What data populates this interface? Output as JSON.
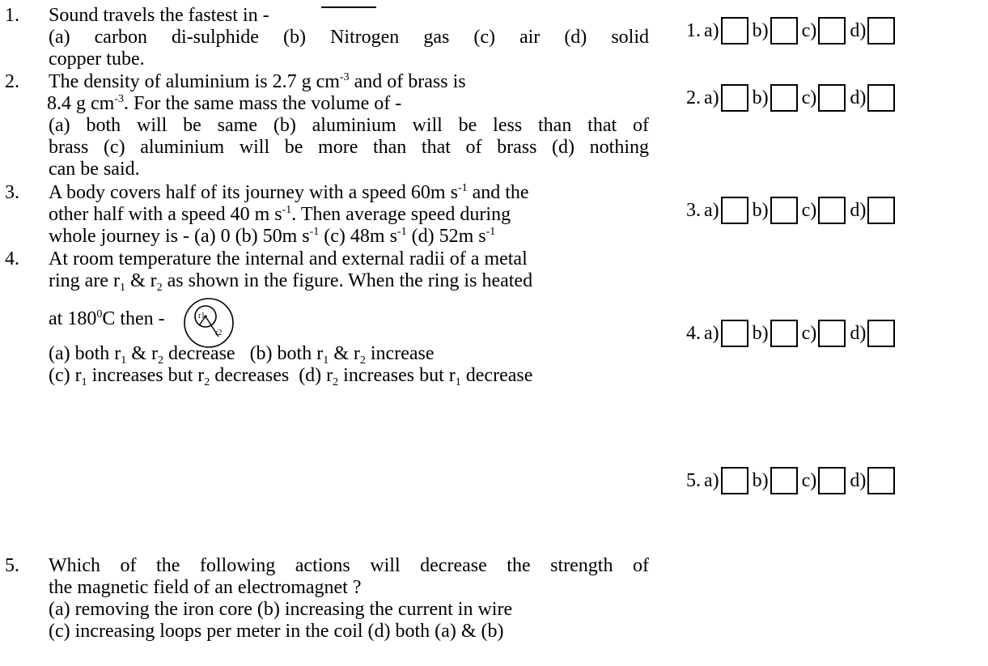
{
  "questions": [
    {
      "number": "1.",
      "stem": "Sound travels the fastest in -",
      "options_line1": "(a) carbon di-sulphide (b) Nitrogen gas (c) air (d) solid",
      "options_line2": "copper tube."
    },
    {
      "number": "2.",
      "line1": "The density of aluminium is 2.7 g cm",
      "line1_sup": "-3",
      "line1_end": " and of brass is",
      "line2": "8.4 g cm",
      "line2_sup": "-3",
      "line2_end": ". For the same mass the volume of -",
      "line3": "(a) both will be same (b) aluminium will be less than that of",
      "line4": "brass (c) aluminium will be more than that of brass (d) nothing",
      "line5": "can be said."
    },
    {
      "number": "3.",
      "line1": "A body covers half of its journey with a speed 60m s",
      "line1_sup": "-1",
      "line1_end": " and the",
      "line2": "other half with a speed 40 m s",
      "line2_sup": "-1",
      "line2_end": ". Then average speed during",
      "line3_a": "whole journey is - (a) 0 (b) 50m s",
      "line3_sup1": "-1",
      "line3_b": " (c) 48m s",
      "line3_sup2": "-1",
      "line3_c": " (d) 52m s",
      "line3_sup3": "-1"
    },
    {
      "number": "4.",
      "line1": "At room temperature the internal and external radii of a metal",
      "line2_a": "ring are r",
      "line2_b": " & r",
      "line2_c": " as shown in the figure. When the ring is heated",
      "sub1": "1",
      "sub2": "2",
      "line3_a": "at 180",
      "line3_sup": "0",
      "line3_b": "C then -",
      "fig_label_r1": "r1",
      "fig_label_r2": "r2",
      "opt_a_1": "(a) both r",
      "opt_a_2": " & r",
      "opt_a_3": " decrease",
      "opt_b_1": "(b) both r",
      "opt_b_2": " & r",
      "opt_b_3": " increase",
      "opt_c_1": "(c) r",
      "opt_c_2": " increases but r",
      "opt_c_3": " decreases",
      "opt_d_1": "(d) r",
      "opt_d_2": " increases but r",
      "opt_d_3": " decrease"
    },
    {
      "number": "5.",
      "line1": "Which of the following actions will decrease the strength of",
      "line2": "the magnetic field of an electromagnet ?",
      "line3": "(a) removing the iron core (b) increasing the current in wire",
      "line4": "(c) increasing loops per meter in the coil (d) both (a) & (b)"
    }
  ],
  "answer_rows": [
    {
      "number": "1.",
      "labels": [
        "a)",
        "b)",
        "c)",
        "d)"
      ]
    },
    {
      "number": "2.",
      "labels": [
        "a)",
        "b)",
        "c)",
        "d)"
      ]
    },
    {
      "number": "3.",
      "labels": [
        "a)",
        "b)",
        "c)",
        "d)"
      ]
    },
    {
      "number": "4.",
      "labels": [
        "a)",
        "b)",
        "c)",
        "d)"
      ]
    },
    {
      "number": "5.",
      "labels": [
        "a)",
        "b)",
        "c)",
        "d)"
      ]
    }
  ]
}
